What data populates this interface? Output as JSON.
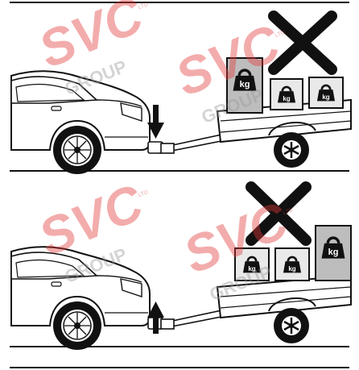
{
  "watermark": {
    "brand": "SVC",
    "subtext": "GROUP",
    "mark": "LTD",
    "color": "#e23b3b"
  },
  "weight_label": "kg",
  "colors": {
    "line": "#111111",
    "box_light": "#e9e9e9",
    "box_dark": "#bdbdbd",
    "cross": "#111111"
  },
  "panels": [
    {
      "id": "top",
      "description_none": "",
      "heavy_box_position": "front",
      "arrow_direction": "down",
      "crossed": true
    },
    {
      "id": "bottom",
      "heavy_box_position": "rear",
      "arrow_direction": "up",
      "crossed": true
    }
  ]
}
